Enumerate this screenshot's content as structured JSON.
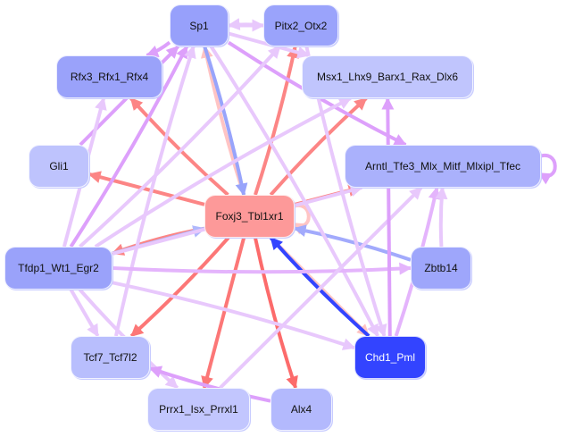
{
  "nodes": {
    "sp1": {
      "label": "Sp1",
      "color": "#97a0fb",
      "text_color": "#111111"
    },
    "pitx2": {
      "label": "Pitx2_Otx2",
      "color": "#9aa3fb",
      "text_color": "#111111"
    },
    "rfx3": {
      "label": "Rfx3_Rfx1_Rfx4",
      "color": "#9aa2fa",
      "text_color": "#111111"
    },
    "msx1": {
      "label": "Msx1_Lhx9_Barx1_Rax_Dlx6",
      "color": "#c0c5fd",
      "text_color": "#111111"
    },
    "gli1": {
      "label": "Gli1",
      "color": "#bec3fd",
      "text_color": "#111111"
    },
    "arntl": {
      "label": "Arntl_Tfe3_Mlx_Mitf_Mlxipl_Tfec",
      "color": "#aab1fc",
      "text_color": "#111111"
    },
    "foxj3": {
      "label": "Foxj3_Tbl1xr1",
      "color": "#fd9999",
      "text_color": "#111111"
    },
    "tfdp1": {
      "label": "Tfdp1_Wt1_Egr2",
      "color": "#9aa2fa",
      "text_color": "#111111"
    },
    "zbtb14": {
      "label": "Zbtb14",
      "color": "#9ea6fb",
      "text_color": "#111111"
    },
    "tcf7": {
      "label": "Tcf7_Tcf7l2",
      "color": "#b8befd",
      "text_color": "#111111"
    },
    "chd1": {
      "label": "Chd1_Pml",
      "color": "#3344ff",
      "text_color": "#ffffff"
    },
    "prrx1": {
      "label": "Prrx1_Isx_Prrxl1",
      "color": "#c2c6fe",
      "text_color": "#111111"
    },
    "alx4": {
      "label": "Alx4",
      "color": "#b3b9fd",
      "text_color": "#111111"
    }
  },
  "edges": [
    {
      "from": "foxj3",
      "to": "rfx3",
      "color": "#fc8585"
    },
    {
      "from": "foxj3",
      "to": "gli1",
      "color": "#fc8585"
    },
    {
      "from": "foxj3",
      "to": "pitx2",
      "color": "#fc8585"
    },
    {
      "from": "foxj3",
      "to": "msx1",
      "color": "#fc8585"
    },
    {
      "from": "foxj3",
      "to": "arntl",
      "color": "#fc8585"
    },
    {
      "from": "foxj3",
      "to": "tfdp1",
      "color": "#fc8585"
    },
    {
      "from": "foxj3",
      "to": "tcf7",
      "color": "#fc7777"
    },
    {
      "from": "foxj3",
      "to": "prrx1",
      "color": "#fc7777"
    },
    {
      "from": "foxj3",
      "to": "alx4",
      "color": "#fc6b6b"
    },
    {
      "from": "foxj3",
      "to": "sp1",
      "color": "#ffc4c4"
    },
    {
      "from": "foxj3",
      "to": "chd1",
      "color": "#ffc4c4"
    },
    {
      "from": "foxj3",
      "to": "foxj3",
      "color": "#ffc4c4"
    },
    {
      "from": "sp1",
      "to": "foxj3",
      "color": "#98a4fb"
    },
    {
      "from": "tfdp1",
      "to": "foxj3",
      "color": "#b0b8fc"
    },
    {
      "from": "zbtb14",
      "to": "foxj3",
      "color": "#a2aafc"
    },
    {
      "from": "chd1",
      "to": "foxj3",
      "color": "#3344ff"
    },
    {
      "from": "sp1",
      "to": "pitx2",
      "color": "#e8c8fc"
    },
    {
      "from": "pitx2",
      "to": "sp1",
      "color": "#e8c8fc"
    },
    {
      "from": "sp1",
      "to": "rfx3",
      "color": "#dda0fb"
    },
    {
      "from": "sp1",
      "to": "msx1",
      "color": "#e8c8fc"
    },
    {
      "from": "sp1",
      "to": "arntl",
      "color": "#dda0fb"
    },
    {
      "from": "sp1",
      "to": "chd1",
      "color": "#e8c8fc"
    },
    {
      "from": "gli1",
      "to": "sp1",
      "color": "#dda0fb"
    },
    {
      "from": "tfdp1",
      "to": "sp1",
      "color": "#dda0fb"
    },
    {
      "from": "tcf7",
      "to": "sp1",
      "color": "#e8c8fc"
    },
    {
      "from": "tfdp1",
      "to": "rfx3",
      "color": "#e8c8fc"
    },
    {
      "from": "tfdp1",
      "to": "pitx2",
      "color": "#e8c8fc"
    },
    {
      "from": "tfdp1",
      "to": "msx1",
      "color": "#e8c8fc"
    },
    {
      "from": "tfdp1",
      "to": "arntl",
      "color": "#e8c8fc"
    },
    {
      "from": "tfdp1",
      "to": "zbtb14",
      "color": "#e4b4fc"
    },
    {
      "from": "tfdp1",
      "to": "chd1",
      "color": "#e8c8fc"
    },
    {
      "from": "tfdp1",
      "to": "tcf7",
      "color": "#e8c8fc"
    },
    {
      "from": "tfdp1",
      "to": "prrx1",
      "color": "#e8c8fc"
    },
    {
      "from": "alx4",
      "to": "tcf7",
      "color": "#dda0fb"
    },
    {
      "from": "prrx1",
      "to": "arntl",
      "color": "#e8c8fc"
    },
    {
      "from": "chd1",
      "to": "arntl",
      "color": "#e4b4fc"
    },
    {
      "from": "zbtb14",
      "to": "arntl",
      "color": "#e8c8fc"
    },
    {
      "from": "chd1",
      "to": "msx1",
      "color": "#dda0fb"
    },
    {
      "from": "pitx2",
      "to": "chd1",
      "color": "#e8c8fc"
    },
    {
      "from": "arntl",
      "to": "arntl",
      "color": "#dda0fb"
    }
  ]
}
